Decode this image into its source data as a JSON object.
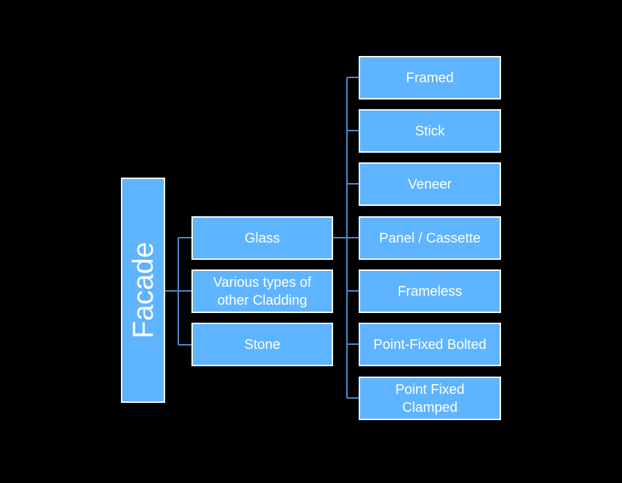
{
  "colors": {
    "background": "#000000",
    "box_fill": "#5fb4ff",
    "box_border": "#ffffff",
    "connector": "#4f8fd6",
    "text": "#ffffff"
  },
  "root": {
    "label": "Facade"
  },
  "categories": [
    {
      "label": "Glass"
    },
    {
      "label": "Various types of\nother Cladding"
    },
    {
      "label": "Stone"
    }
  ],
  "glass_systems": [
    {
      "label": "Framed"
    },
    {
      "label": "Stick"
    },
    {
      "label": "Veneer"
    },
    {
      "label": "Panel / Cassette"
    },
    {
      "label": "Frameless"
    },
    {
      "label": "Point-Fixed Bolted"
    },
    {
      "label": "Point Fixed\nClamped"
    }
  ]
}
